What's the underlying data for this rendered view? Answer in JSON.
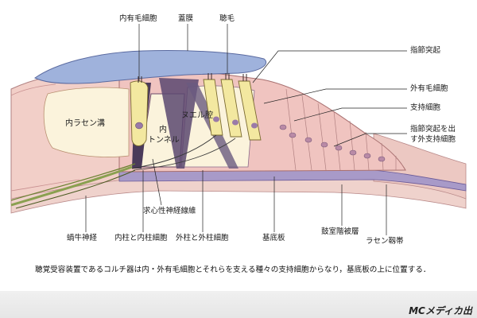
{
  "labels": {
    "inner_hair_cell": "内有毛細胞",
    "tectorial_membrane": "蓋膜",
    "stereocilia": "聴毛",
    "phalangeal_process": "指節突起",
    "outer_hair_cell": "外有毛細胞",
    "supporting_cell": "支持細胞",
    "outer_supporting_cell_line1": "指節突起を出",
    "outer_supporting_cell_line2": "す外支持細胞",
    "inner_spiral_sulcus": "内ラセン溝",
    "inner_tunnel_line1": "内",
    "inner_tunnel_line2": "トンネル",
    "nuel_space": "ヌエル腔",
    "afferent_nerve_fiber": "求心性神経線維",
    "cochlear_nerve": "蝸牛神経",
    "inner_pillar": "内柱と内柱細胞",
    "outer_pillar": "外柱と外柱細胞",
    "basilar_membrane": "基底板",
    "tympanic_covering_layer": "鼓室階被層",
    "spiral_ligament": "ラセン靱帯"
  },
  "caption": "聴覚受容装置であるコルチ器は内・外有毛細胞とそれらを支える種々の支持細胞からなり，基底板の上に位置する．",
  "publisher": "MCメディカ出",
  "colors": {
    "tectorial": "#9fb2dc",
    "tissue_pink": "#f2cfc8",
    "cell_pink": "#f0c4c0",
    "hair_cell": "#f3e8a0",
    "basilar_purple": "#a89ac8",
    "nerve_green": "#8aa050",
    "space_cream": "#fbf3dc"
  }
}
